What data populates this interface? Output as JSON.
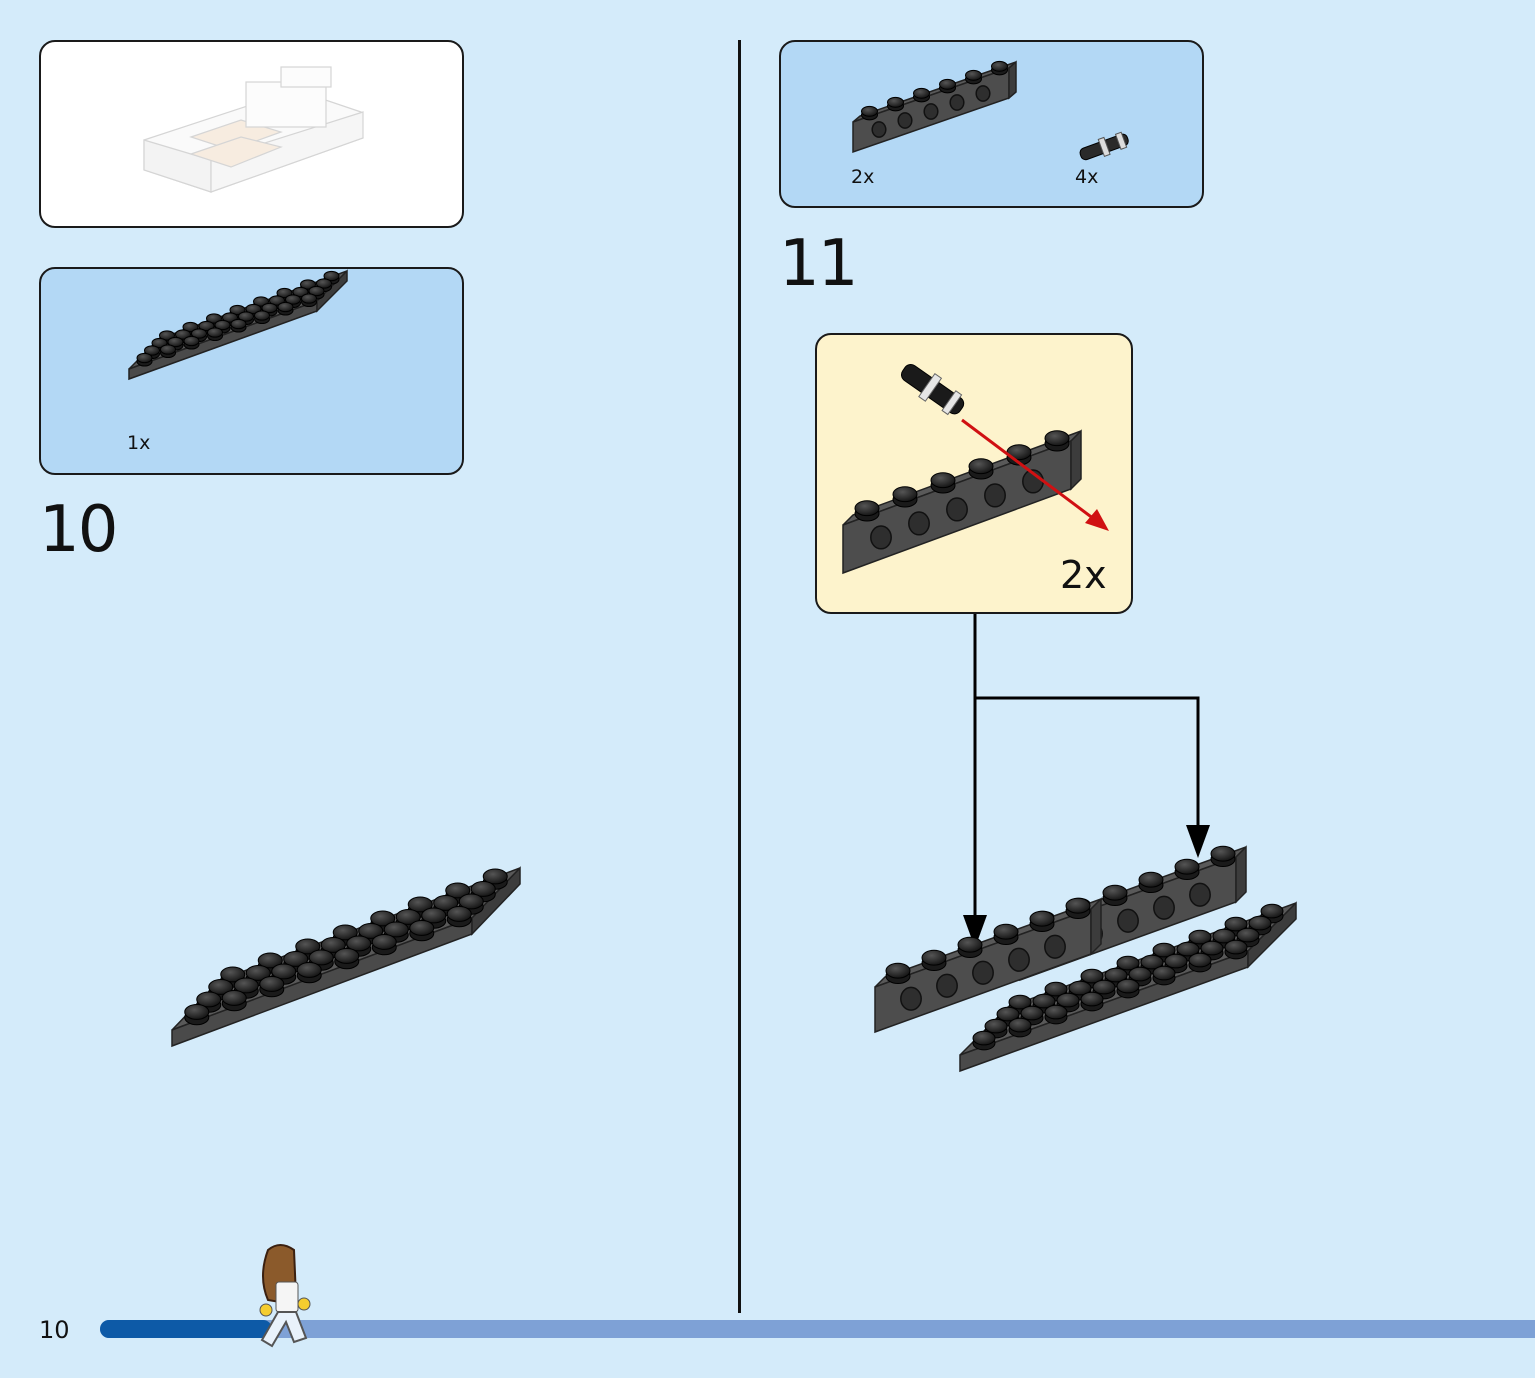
{
  "left_page": {
    "step_number": "10",
    "parts_list": [
      {
        "name": "plate-4x8-dark-gray",
        "count": "1x"
      }
    ]
  },
  "right_page": {
    "step_number": "11",
    "parts_list": [
      {
        "name": "technic-brick-1x6",
        "count": "2x"
      },
      {
        "name": "technic-pin",
        "count": "4x"
      }
    ],
    "subassembly_multiplier": "2x"
  },
  "footer": {
    "page_number": "10",
    "progress": 0.12
  },
  "colors": {
    "page_background": "#d4ebfa",
    "parts_box": "#b3d8f5",
    "subassembly_box": "#fdf3cc",
    "dark_gray_brick": "#595959",
    "progress_done": "#0d5aa7",
    "progress_track": "#7ea1d6",
    "arrow_red": "#d01012"
  }
}
